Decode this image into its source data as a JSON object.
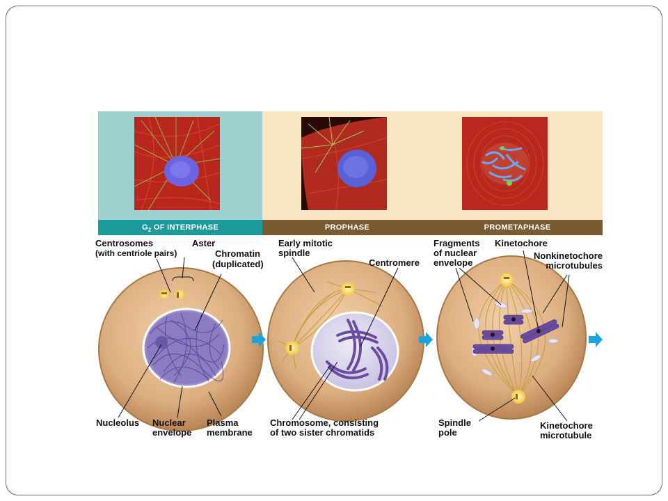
{
  "phases": [
    {
      "label": "G2 OF INTERPHASE"
    },
    {
      "label": "PROPHASE"
    },
    {
      "label": "PROMETAPHASE"
    }
  ],
  "labels": {
    "centrosomes": "Centrosomes",
    "centrosomes_sub": "(with centriole pairs)",
    "aster": "Aster",
    "chromatin": "Chromatin",
    "chromatin_sub": "(duplicated)",
    "nucleolus": "Nucleolus",
    "nuclear_envelope_1": "Nuclear",
    "nuclear_envelope_2": "envelope",
    "plasma_membrane_1": "Plasma",
    "plasma_membrane_2": "membrane",
    "early_spindle_1": "Early mitotic",
    "early_spindle_2": "spindle",
    "centromere": "Centromere",
    "chromosome_1": "Chromosome, consisting",
    "chromosome_2": "of two sister chromatids",
    "fragments_1": "Fragments",
    "fragments_2": "of nuclear",
    "fragments_3": "envelope",
    "kinetochore": "Kinetochore",
    "nonkinetochore_1": "Nonkinetochore",
    "nonkinetochore_2": "microtubules",
    "spindle_pole_1": "Spindle",
    "spindle_pole_2": "pole",
    "kinetochore_mt_1": "Kinetochore",
    "kinetochore_mt_2": "microtubule"
  },
  "colors": {
    "g2_panel": "#9ed1d0",
    "g2_bar": "#1d9a9c",
    "prophase_panel": "#fbe6c3",
    "prophase_bar": "#7a5a31",
    "cell_fill": "#e0b489",
    "chromosome": "#6a4ba0",
    "arrow": "#1aa4dc"
  }
}
